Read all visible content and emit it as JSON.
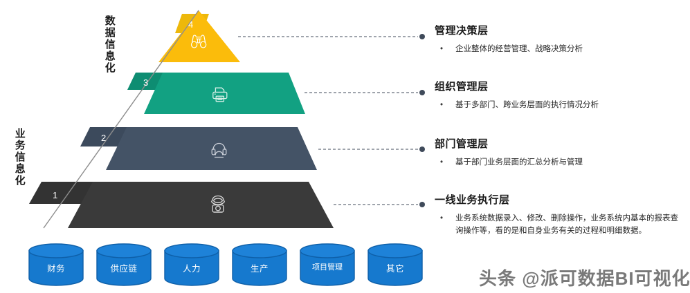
{
  "axis_labels": {
    "data_layer": "数据信息化",
    "business_layer": "业务信息化"
  },
  "colors": {
    "level4": "#FBBC0B",
    "level4_tab": "#EDB80B",
    "level3": "#12A182",
    "level3_tab": "#0E8D72",
    "level2": "#445366",
    "level2_tab": "#3C4A5C",
    "level1": "#3A3A3A",
    "level1_tab": "#333333",
    "cylinder": "#1679CE",
    "cylinder_top": "#1E82D8",
    "cylinder_stroke": "#0E5FA8",
    "connector": "#3F4A5A",
    "text": "#1b1b1b"
  },
  "pyramid": {
    "levels": [
      {
        "number": "4",
        "icon": "binoculars-icon",
        "color_key": "level4",
        "title_ref": "管理决策层"
      },
      {
        "number": "3",
        "icon": "printer-icon",
        "color_key": "level3",
        "title_ref": "组织管理层"
      },
      {
        "number": "2",
        "icon": "headset-icon",
        "color_key": "level2",
        "title_ref": "部门管理层"
      },
      {
        "number": "1",
        "icon": "telephone-icon",
        "color_key": "level1",
        "title_ref": "一线业务执行层"
      }
    ]
  },
  "items": [
    {
      "title": "管理决策层",
      "bullet": "•",
      "desc": "企业整体的经营管理、战略决策分析"
    },
    {
      "title": "组织管理层",
      "bullet": "•",
      "desc": "基于多部门、跨业务层面的执行情况分析"
    },
    {
      "title": "部门管理层",
      "bullet": "•",
      "desc": "基于部门业务层面的汇总分析与管理"
    },
    {
      "title": "一线业务执行层",
      "bullet": "•",
      "desc": "业务系统数据录入、修改、删除操作，业务系统内基本的报表查询操作等，看的是和自身业务有关的过程和明细数据。"
    }
  ],
  "cylinders": [
    {
      "label": "财务"
    },
    {
      "label": "供应链"
    },
    {
      "label": "人力"
    },
    {
      "label": "生产"
    },
    {
      "label": "项目管理"
    },
    {
      "label": "其它"
    }
  ],
  "watermark": "头条 @派可数据BI可视化"
}
